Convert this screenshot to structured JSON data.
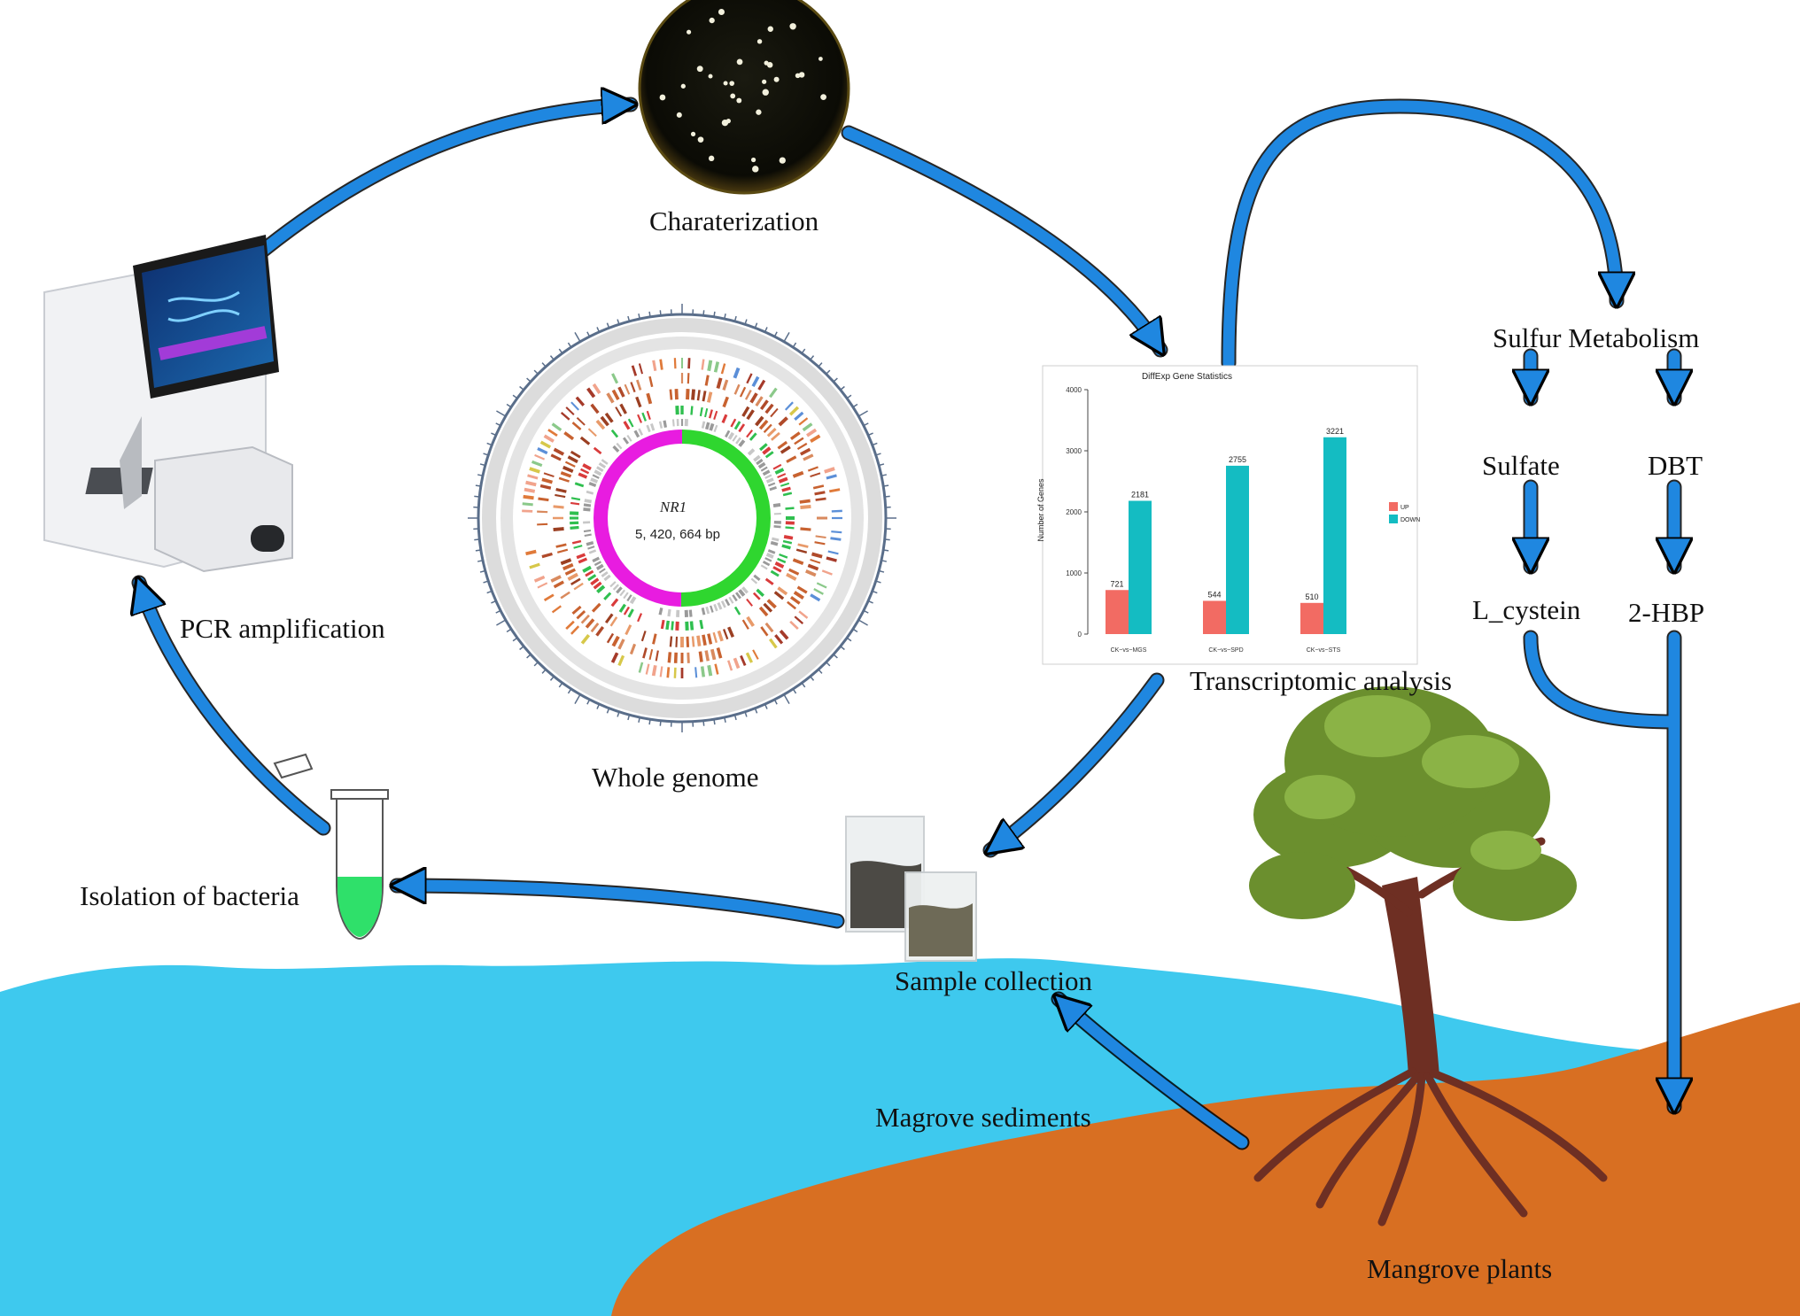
{
  "labels": {
    "characterization": "Charaterization",
    "pcr": "PCR amplification",
    "whole_genome": "Whole genome",
    "transcriptomic": "Transcriptomic analysis",
    "isolation": "Isolation of bacteria",
    "sample_collection": "Sample collection",
    "sediments": "Magrove sediments",
    "plants": "Mangrove plants",
    "sulfur_metabolism": "Sulfur Metabolism",
    "sulfate": "Sulfate",
    "dbt": "DBT",
    "l_cystein": "L_cystein",
    "hbp": "2-HBP"
  },
  "genome": {
    "name": "NR1",
    "size": "5, 420, 664 bp"
  },
  "chart_data": {
    "type": "bar",
    "title": "DiffExp Gene Statistics",
    "ylabel": "Number of Genes",
    "xlabel": "",
    "categories": [
      "CK~vs~MGS",
      "CK~vs~SPD",
      "CK~vs~STS"
    ],
    "series": [
      {
        "name": "UP",
        "color": "#f26b63",
        "values": [
          721,
          544,
          510
        ]
      },
      {
        "name": "DOWN",
        "color": "#14bcc2",
        "values": [
          2181,
          2755,
          3221
        ]
      }
    ],
    "ylim": [
      0,
      4000
    ],
    "yticks": [
      0,
      1000,
      2000,
      3000,
      4000
    ],
    "legend": "right"
  },
  "colors": {
    "arrow": "#1f87e0",
    "water": "#3ec9ee",
    "soil": "#d86f22",
    "magenta": "#e81ce0",
    "green": "#2fd62f"
  }
}
